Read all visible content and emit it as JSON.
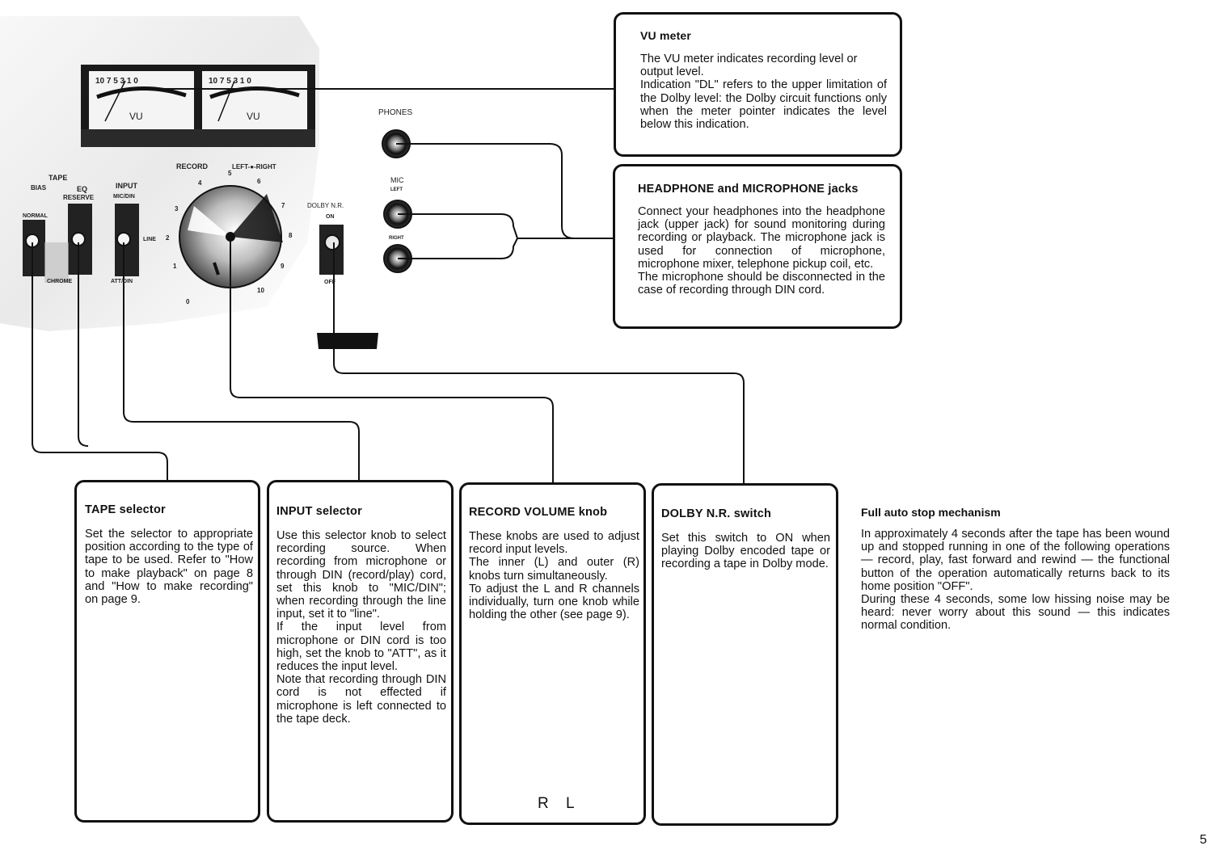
{
  "panel": {
    "vu_scale_left": "10 7 5 3 1 0",
    "vu_scale_right": "10 7 5 3 1 0",
    "vu_label_left": "VU",
    "vu_label_right": "VU",
    "phones": "PHONES",
    "record": "RECORD",
    "left_right": "LEFT-●-RIGHT",
    "tape": "TAPE",
    "bias": "BIAS",
    "eq": "EQ",
    "reserve": "RESERVE",
    "input": "INPUT",
    "mic_din": "MIC/DIN",
    "line": "LINE",
    "att_din": "ATT/DIN",
    "normal": "NORMAL",
    "chrome": "CHROME",
    "dolby_nr": "DOLBY N.R.",
    "on": "ON",
    "off": "OFF",
    "mic": "MIC",
    "mic_left": "LEFT",
    "mic_right": "RIGHT",
    "knob_scale": [
      "0",
      "1",
      "2",
      "3",
      "4",
      "5",
      "6",
      "7",
      "8",
      "9",
      "10"
    ]
  },
  "vu_meter": {
    "title": "VU meter",
    "lines": [
      "The VU meter indicates recording level or output level.",
      "Indication \"DL\" refers to the upper limitation of the Dolby level: the Dolby circuit functions only when the meter pointer indicates the level below this indication."
    ]
  },
  "jacks": {
    "title": "HEADPHONE and MICROPHONE jacks",
    "lines": [
      "Connect your headphones into the headphone jack (upper jack) for sound monitoring during recording or playback. The microphone jack is used for connection of microphone, microphone mixer, telephone pickup coil, etc.",
      "The microphone should be disconnected in the case of recording through DIN cord."
    ]
  },
  "tape_selector": {
    "title": "TAPE selector",
    "text": "Set the selector to appropriate position according to the type of tape to be used. Refer to \"How to make playback\" on page 8 and \"How to make recording\" on page 9."
  },
  "input_selector": {
    "title": "INPUT selector",
    "lines": [
      "Use this selector knob to select recording source. When recording from microphone or through DIN (record/play) cord, set this knob to \"MIC/DIN\"; when recording through the line input, set it to \"line\".",
      "If the input level from microphone or DIN cord is too high, set the knob to \"ATT\", as it reduces the input level.",
      "Note that recording through DIN cord is not effected if microphone is left connected to the tape deck."
    ]
  },
  "record_volume": {
    "title": "RECORD VOLUME knob",
    "lines": [
      "These knobs are used to adjust record input levels.",
      "The inner (L) and outer (R) knobs turn simultaneously.",
      "To adjust the L and R channels individually, turn one knob while holding the other (see page 9)."
    ],
    "label_r": "R",
    "label_l": "L"
  },
  "dolby_switch": {
    "title": "DOLBY N.R. switch",
    "text": "Set this switch to ON when playing Dolby encoded tape or recording a tape in Dolby mode."
  },
  "full_auto_stop": {
    "title": "Full auto stop mechanism",
    "lines": [
      "In approximately 4 seconds after the tape has been wound up and stopped running in one of the following operations — record, play, fast forward and rewind — the functional button of the operation automatically returns back to its home position \"OFF\".",
      "During these 4 seconds, some low hissing noise may be heard: never worry about this sound — this indicates normal condition."
    ]
  },
  "page_number": "5"
}
